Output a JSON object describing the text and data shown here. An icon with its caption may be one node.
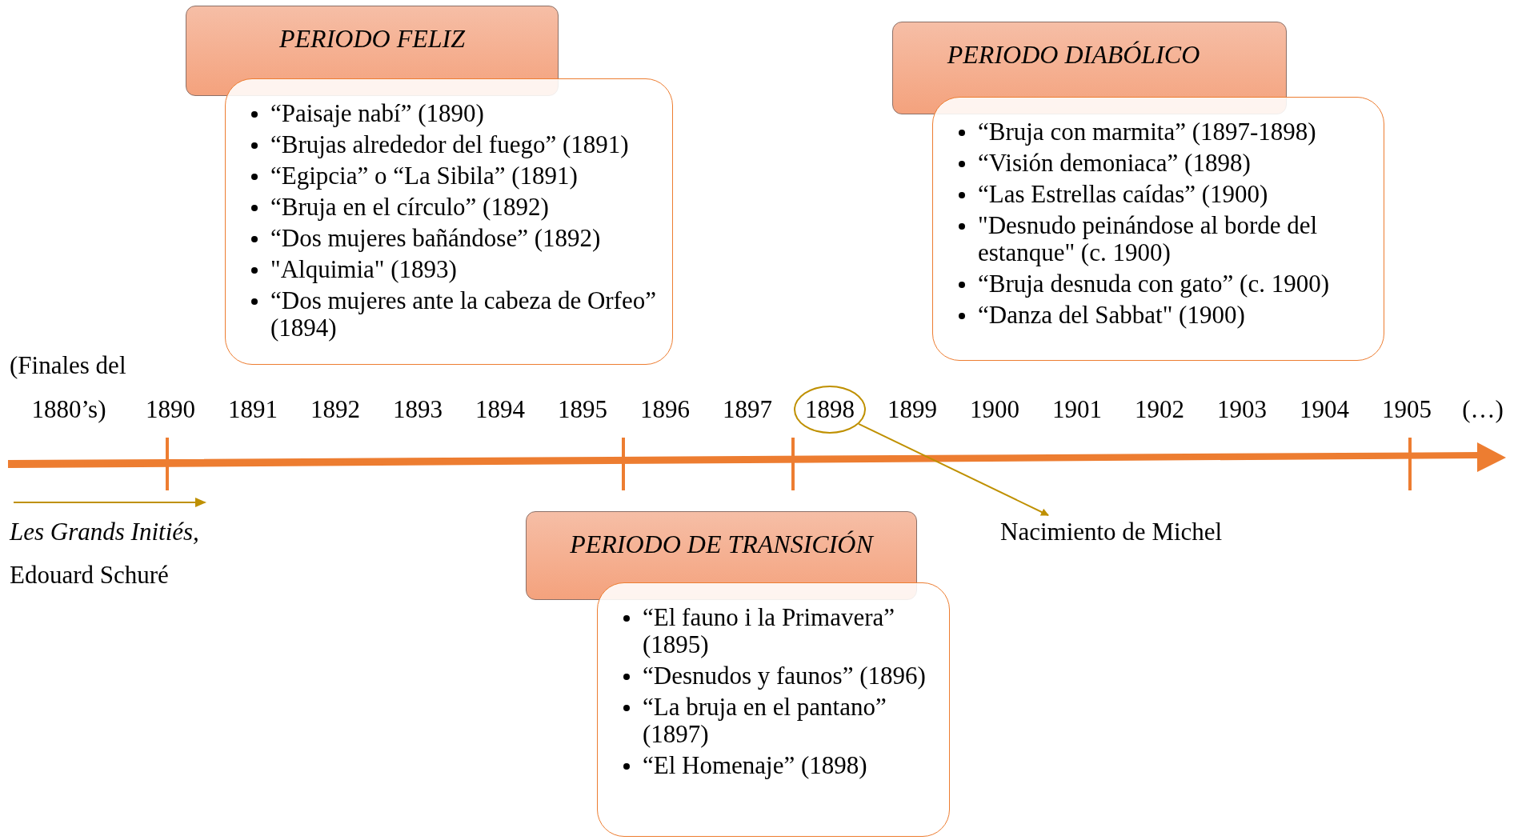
{
  "diagram": {
    "nodes": [
      {
        "text": [
          "PERIODO FELIZ"
        ]
      },
      {
        "text": [
          "“Paisaje nabí” (1890)",
          "“Brujas alrededor del fuego” (1891)",
          "“Egipcia” o “La Sibila” (1891)",
          "“Bruja en el círculo” (1892)",
          "“Dos mujeres bañándose” (1892)",
          "\"Alquimia\" (1893)",
          "“Dos mujeres ante la cabeza de Orfeo” (1894)"
        ]
      },
      {
        "text": [
          "PERIODO DIABÓLICO"
        ]
      },
      {
        "text": [
          "“Bruja con marmita” (1897-1898)",
          "“Visión demoniaca” (1898)",
          "“Las Estrellas caídas” (1900)",
          "\"Desnudo peinándose al borde del estanque\" (c. 1900)",
          "“Bruja desnuda con gato” (c. 1900)",
          "“Danza del Sabbat\" (1900)"
        ]
      },
      {
        "text": [
          "PERIODO DE TRANSICIÓN"
        ]
      },
      {
        "text": [
          "“El fauno i la Primavera” (1895)",
          "“Desnudos y faunos” (1896)",
          "“La bruja en el pantano” (1897)",
          "“El Homenaje” (1898)"
        ]
      },
      {
        "text": [
          "1898"
        ]
      },
      {
        "text": [
          "Nacimiento de Michel"
        ]
      }
    ],
    "edges": [
      {
        "from": 6,
        "to": 7,
        "arrow": "to",
        "color": "#bf9000"
      }
    ],
    "labels": [
      "(Finales del",
      "1880’s)",
      "1890",
      "1891",
      "1892",
      "1893",
      "1894",
      "1895",
      "1896",
      "1897",
      "1899",
      "1900",
      "1901",
      "1902",
      "1903",
      "1904",
      "1905",
      "(…)",
      "Les Grands Initiés,",
      "Edouard Schuré"
    ]
  }
}
